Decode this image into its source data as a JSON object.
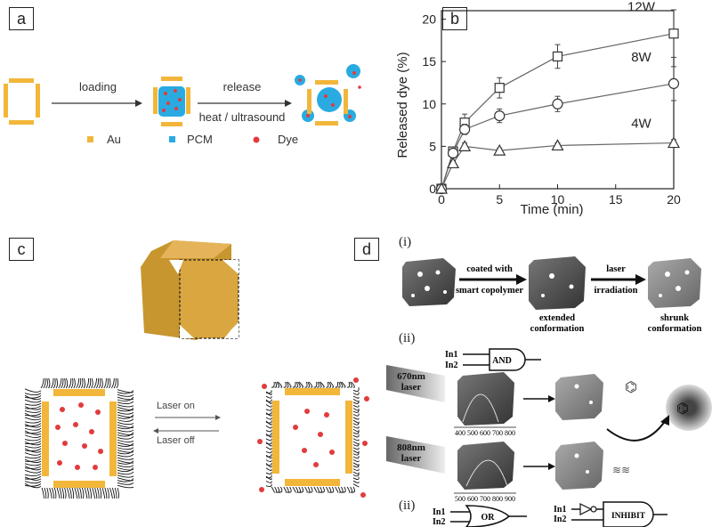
{
  "panels": {
    "a": {
      "label": "a",
      "step1": "loading",
      "step2": "release",
      "step2_sub": "heat / ultrasound",
      "legend": [
        "Au",
        "PCM",
        "Dye"
      ],
      "colors": {
        "au": "#f2b63a",
        "pcm": "#29abe2",
        "dye": "#e23b3b"
      }
    },
    "b": {
      "label": "b"
    },
    "c": {
      "label": "c",
      "laser_on": "Laser on",
      "laser_off": "Laser off"
    },
    "d": {
      "label": "d",
      "row1_tag": "(i)",
      "row1_arrow1_top": "coated with",
      "row1_arrow1_bottom": "smart copolymer",
      "row1_arrow2_top": "laser",
      "row1_arrow2_bottom": "irradiation",
      "row1_state1": "extended conformation",
      "row1_state1_l1": "extended",
      "row1_state1_l2": "conformation",
      "row1_state2_l1": "shrunk",
      "row1_state2_l2": "conformation",
      "row2_tag": "(ii)",
      "gate_in1": "In1",
      "gate_in2": "In2",
      "gate_and": "AND",
      "laser1_l1": "670nm",
      "laser1_l2": "laser",
      "laser2_l1": "808nm",
      "laser2_l2": "laser",
      "spectrum1_ticks": "400 500 600 700 800",
      "spectrum2_ticks": "500 600 700 800 900",
      "row3_tag": "(ii)",
      "gate_or": "OR",
      "gate_inhibit": "INHIBIT"
    }
  },
  "chart_data": {
    "type": "line",
    "title": "",
    "xlabel": "Time (min)",
    "ylabel": "Released dye (%)",
    "xlim": [
      0,
      20
    ],
    "ylim": [
      0,
      21
    ],
    "xticks": [
      0,
      5,
      10,
      15,
      20
    ],
    "yticks": [
      0,
      5,
      10,
      15,
      20
    ],
    "grid": false,
    "legend": "inline-right",
    "series": [
      {
        "name": "12W",
        "marker": "square",
        "x": [
          0,
          1,
          2,
          5,
          10,
          20
        ],
        "y": [
          0,
          4.4,
          7.8,
          11.9,
          15.6,
          18.3
        ],
        "err": [
          0,
          0.5,
          1.0,
          1.2,
          1.4,
          2.8
        ]
      },
      {
        "name": "8W",
        "marker": "circle",
        "x": [
          0,
          1,
          2,
          5,
          10,
          20
        ],
        "y": [
          0,
          4.2,
          7.0,
          8.6,
          10.0,
          12.4
        ],
        "err": [
          0,
          0.4,
          0.6,
          0.8,
          0.9,
          2.0
        ]
      },
      {
        "name": "4W",
        "marker": "triangle",
        "x": [
          0,
          1,
          2,
          5,
          10,
          20
        ],
        "y": [
          0,
          3.0,
          5.0,
          4.5,
          5.1,
          5.4
        ],
        "err": [
          0,
          0.3,
          0.4,
          0.3,
          0.3,
          0.4
        ]
      }
    ]
  }
}
